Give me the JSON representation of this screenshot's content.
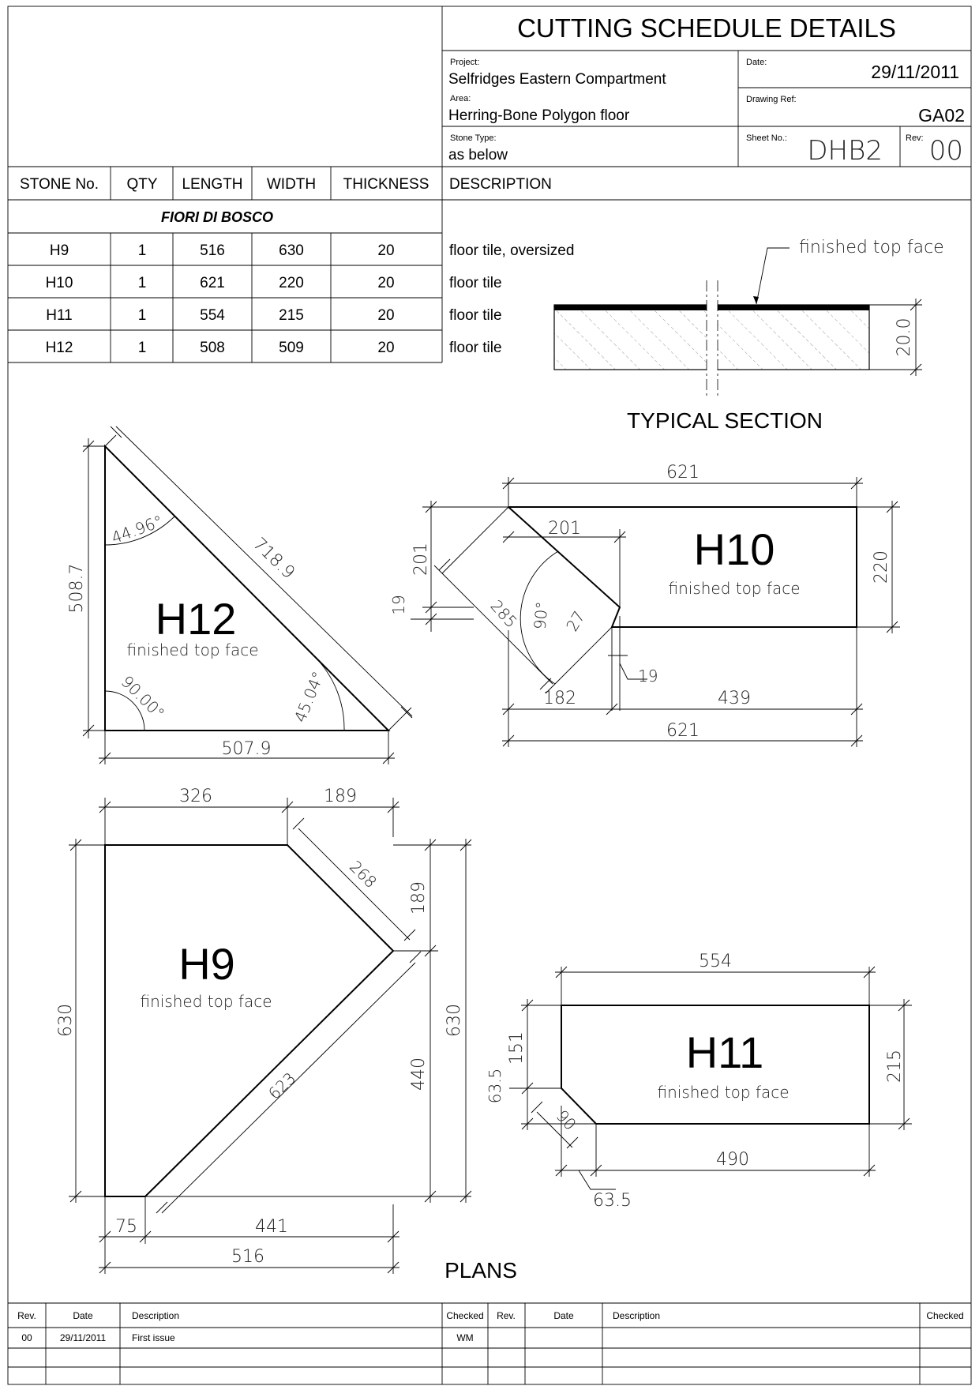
{
  "title": "CUTTING SCHEDULE DETAILS",
  "title_block": {
    "project_label": "Project:",
    "project": "Selfridges Eastern Compartment",
    "area_label": "Area:",
    "area": "Herring-Bone Polygon floor",
    "stone_type_label": "Stone Type:",
    "stone_type": "as below",
    "date_label": "Date:",
    "date": "29/11/2011",
    "drawing_ref_label": "Drawing Ref:",
    "drawing_ref": "GA02",
    "sheet_no_label": "Sheet No.:",
    "sheet_no": "DHB2",
    "rev_label": "Rev:",
    "rev": "00"
  },
  "schedule": {
    "headers": [
      "STONE No.",
      "QTY",
      "LENGTH",
      "WIDTH",
      "THICKNESS",
      "DESCRIPTION"
    ],
    "group": "FIORI DI BOSCO",
    "rows": [
      {
        "stone": "H9",
        "qty": "1",
        "length": "516",
        "width": "630",
        "thickness": "20",
        "description": "floor tile, oversized"
      },
      {
        "stone": "H10",
        "qty": "1",
        "length": "621",
        "width": "220",
        "thickness": "20",
        "description": "floor tile"
      },
      {
        "stone": "H11",
        "qty": "1",
        "length": "554",
        "width": "215",
        "thickness": "20",
        "description": "floor tile"
      },
      {
        "stone": "H12",
        "qty": "1",
        "length": "508",
        "width": "509",
        "thickness": "20",
        "description": "floor tile"
      }
    ]
  },
  "typical_section": {
    "title": "TYPICAL SECTION",
    "callout": "finished top face",
    "thickness": "20.0"
  },
  "plans_label": "PLANS",
  "finished_label": "finished top face",
  "h12": {
    "label": "H12",
    "height": "508.7",
    "hypotenuse": "718.9",
    "base": "507.9",
    "angle_top": "44.96°",
    "angle_corner": "90.00°",
    "angle_right": "45.04°"
  },
  "h10": {
    "label": "H10",
    "overall_top": "621",
    "notch_top": "201",
    "height": "220",
    "left_201": "201",
    "left_19": "19",
    "diag_285": "285",
    "angle_90": "90°",
    "dim_27": "27",
    "dim_19b": "19",
    "bottom_182": "182",
    "bottom_439": "439",
    "overall_bottom": "621"
  },
  "h9": {
    "label": "H9",
    "top_326": "326",
    "top_189": "189",
    "diag_268": "268",
    "right_189": "189",
    "height_left": "630",
    "height_right": "630",
    "right_440": "440",
    "diag_623": "623",
    "bottom_75": "75",
    "bottom_441": "441",
    "bottom_516": "516"
  },
  "h11": {
    "label": "H11",
    "top_554": "554",
    "height_215": "215",
    "left_151": "151",
    "left_635": "63.5",
    "diag_90": "90",
    "bottom_490": "490",
    "bottom_635": "63.5"
  },
  "revisions": {
    "headers": [
      "Rev.",
      "Date",
      "Description",
      "Checked",
      "Rev.",
      "Date",
      "Description",
      "Checked"
    ],
    "rows": [
      {
        "rev": "00",
        "date": "29/11/2011",
        "description": "First issue",
        "checked": "WM"
      }
    ]
  }
}
